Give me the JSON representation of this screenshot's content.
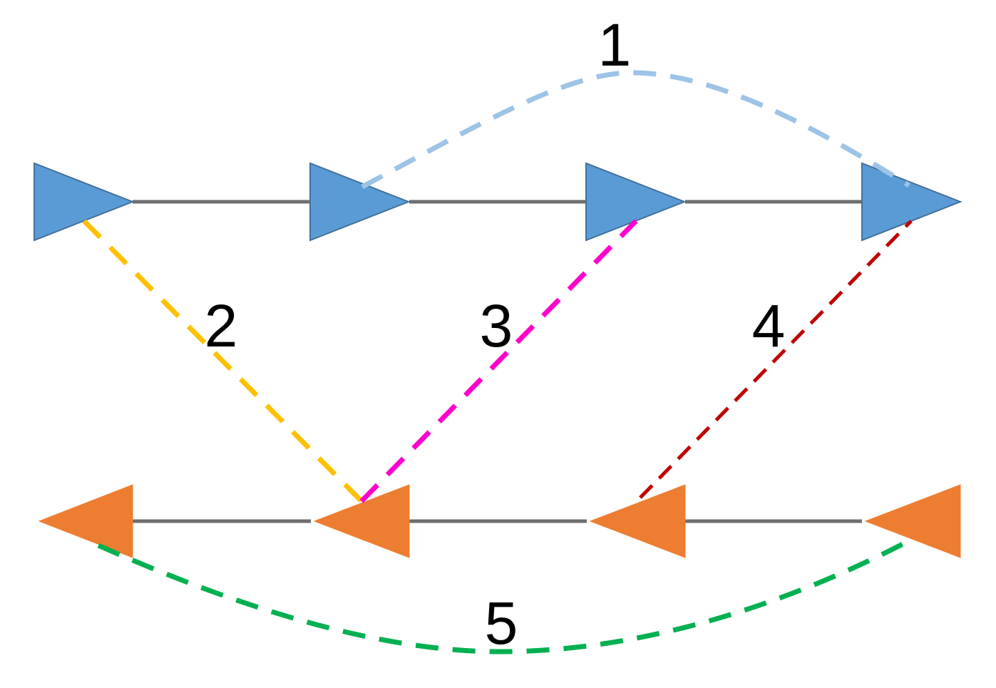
{
  "colors": {
    "forward_node": "#5b9bd5",
    "forward_node_stroke": "#41719c",
    "backward_node": "#ed7d31",
    "backward_node_stroke": "#ed7d31",
    "chain_line": "#6e6e6e",
    "edge_1": "#9dc3e6",
    "edge_2": "#ffc000",
    "edge_3": "#ff00cc",
    "edge_4": "#c00000",
    "edge_5": "#00b050"
  },
  "edges": [
    {
      "id": "1",
      "label": "1"
    },
    {
      "id": "2",
      "label": "2"
    },
    {
      "id": "3",
      "label": "3"
    },
    {
      "id": "4",
      "label": "4"
    },
    {
      "id": "5",
      "label": "5"
    }
  ],
  "top_row": {
    "direction": "right",
    "node_count": 4
  },
  "bottom_row": {
    "direction": "left",
    "node_count": 4
  }
}
